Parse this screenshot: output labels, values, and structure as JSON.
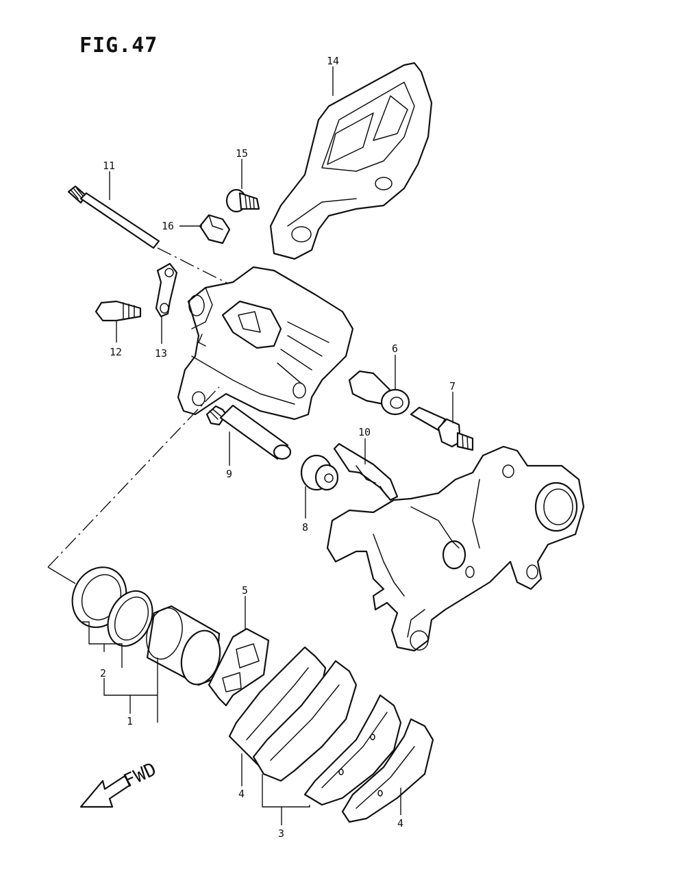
{
  "figure": {
    "title": "FIG.47",
    "direction_label": "FWD"
  },
  "callouts": {
    "c1": "1",
    "c2": "2",
    "c3": "3",
    "c4a": "4",
    "c4b": "4",
    "c5": "5",
    "c6": "6",
    "c7": "7",
    "c8": "8",
    "c9": "9",
    "c10": "10",
    "c11": "11",
    "c12": "12",
    "c13": "13",
    "c14": "14",
    "c15": "15",
    "c16": "16"
  }
}
